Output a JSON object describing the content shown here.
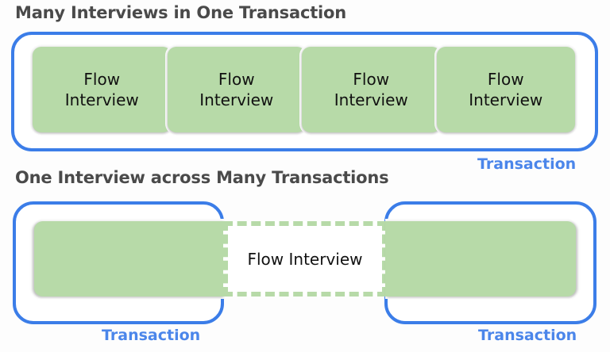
{
  "sections": [
    {
      "heading": "Many Interviews in One Transaction",
      "transaction_label": "Transaction",
      "cards": [
        {
          "line1": "Flow",
          "line2": "Interview",
          "text": "Flow\nInterview"
        },
        {
          "line1": "Flow",
          "line2": "Interview",
          "text": "Flow\nInterview"
        },
        {
          "line1": "Flow",
          "line2": "Interview",
          "text": "Flow\nInterview"
        },
        {
          "line1": "Flow",
          "line2": "Interview",
          "text": "Flow\nInterview"
        }
      ]
    },
    {
      "heading": "One Interview across Many Transactions",
      "left_transaction_label": "Transaction",
      "right_transaction_label": "Transaction",
      "bridge_text": "Flow Interview"
    }
  ],
  "colors": {
    "heading_text": "#4a4a4a",
    "transaction_border": "#3b7de8",
    "transaction_label": "#4b86ea",
    "interview_fill": "#b7daa8",
    "interview_text": "#111111",
    "page_background": "#fdfdfd"
  }
}
